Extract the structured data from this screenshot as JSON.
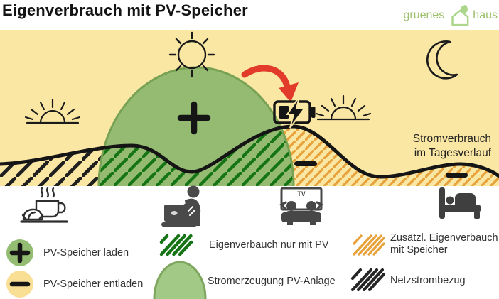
{
  "title": "Eigenverbrauch mit PV-Speicher",
  "logo": {
    "word_left": "gruenes",
    "word_right": "haus"
  },
  "chart": {
    "annotation_line1": "Stromverbrauch",
    "annotation_line2": "im Tagesverlauf",
    "plus_symbol": "+",
    "minus_symbol": "−"
  },
  "icons_row": {
    "tv_label": "TV",
    "icons": [
      "breakfast-coffee-croissant",
      "person-laptop-homeoffice",
      "couple-watching-tv",
      "person-sleeping-bed"
    ]
  },
  "sky_icons": [
    "sunrise-icon",
    "sun-icon",
    "battery-charging-icon",
    "red-arrow-icon",
    "sunset-icon",
    "moon-icon"
  ],
  "legend": {
    "items": [
      {
        "swatch": "green-circle-plus",
        "label": "PV-Speicher laden"
      },
      {
        "swatch": "yellow-circle-minus",
        "label": "PV-Speicher entladen"
      },
      {
        "swatch": "green-hatch",
        "label": "Eigenverbauch nur mit PV"
      },
      {
        "swatch": "green-dome",
        "label": "Stromerzeugung PV-Anlage"
      },
      {
        "swatch": "orange-hatch",
        "label": "Zusätzl. Eigenverbauch mit Speicher"
      },
      {
        "swatch": "black-hatch",
        "label": "Netzstrombezug"
      }
    ]
  },
  "colors": {
    "background_cream": "#FAE7A4",
    "dome_green": "#95BB72",
    "dome_border": "#77A254",
    "hatch_green": "#157515",
    "hatch_orange": "#E8A23B",
    "ink_black": "#161616",
    "arrow_red": "#E23B2C",
    "logo_green": "#9CBF69",
    "legend_circle_green": "#93BD72",
    "legend_circle_yellow": "#F9DF94",
    "icon_gray": "#474747"
  }
}
